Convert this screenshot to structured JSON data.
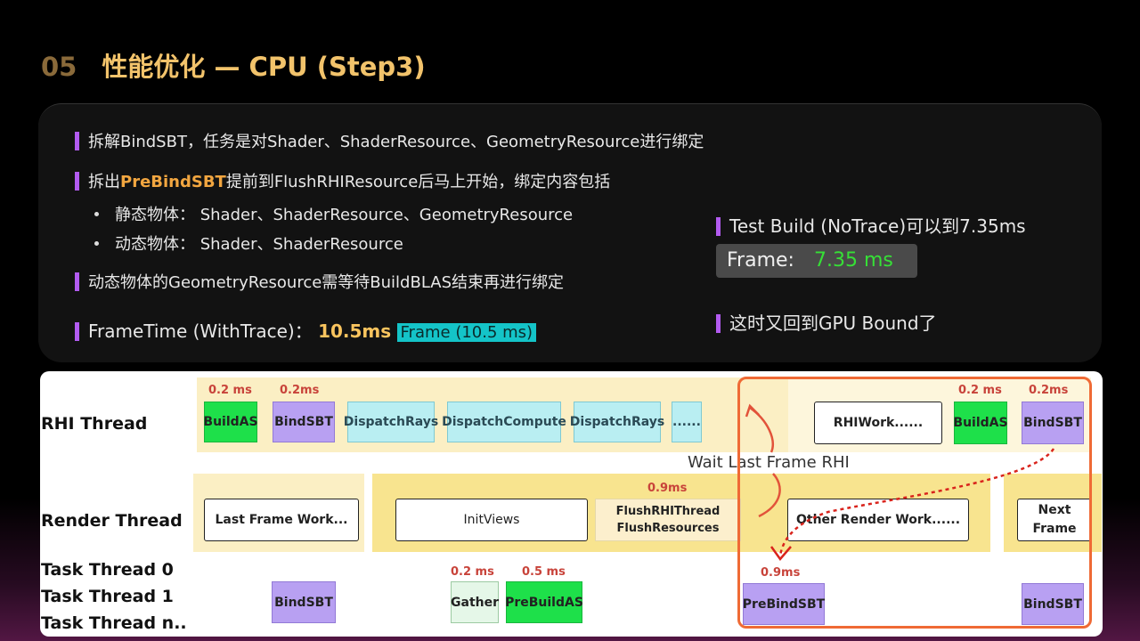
{
  "title": {
    "number": "05",
    "text": "性能优化 — CPU (Step3)"
  },
  "bullets": {
    "b1": "拆解BindSBT，任务是对Shader、ShaderResource、GeometryResource进行绑定",
    "b2_prefix": "拆出",
    "b2_highlight": "PreBindSBT",
    "b2_suffix": "提前到FlushRHIResource后马上开始，绑定内容包括",
    "sub1": "静态物体：  Shader、ShaderResource、GeometryResource",
    "sub2": "动态物体：  Shader、ShaderResource",
    "b3": "动态物体的GeometryResource需等待BuildBLAS结束再进行绑定",
    "b4_prefix": "FrameTime (WithTrace)：",
    "b4_value": "10.5ms",
    "b4_tag": "Frame (10.5 ms)",
    "r1": "Test Build (NoTrace)可以到7.35ms",
    "frame_label": "Frame:",
    "frame_value": "7.35 ms",
    "r2": "这时又回到GPU Bound了"
  },
  "diagram": {
    "rows": {
      "rhi": "RHI Thread",
      "render": "Render Thread",
      "task0": "Task Thread 0",
      "task1": "Task Thread 1",
      "taskn": "Task Thread n.."
    },
    "rhi": {
      "buildas": "BuildAS",
      "buildas_time": "0.2 ms",
      "bindsbt": "BindSBT",
      "bindsbt_time": "0.2ms",
      "dispatchrays1": "DispatchRays",
      "dispatchcompute": "DispatchCompute",
      "dispatchrays2": "DispatchRays",
      "more": "......",
      "rhiwork": "RHIWork......",
      "buildas2": "BuildAS",
      "buildas2_time": "0.2 ms",
      "bindsbt2": "BindSBT",
      "bindsbt2_time": "0.2ms"
    },
    "wait_label": "Wait Last Frame RHI",
    "render": {
      "lastframe": "Last Frame Work...",
      "initviews": "InitViews",
      "flush_time": "0.9ms",
      "flush_line1": "FlushRHIThread",
      "flush_line2": "FlushResources",
      "other": "Other Render Work......",
      "next_line1": "Next",
      "next_line2": "Frame"
    },
    "task": {
      "bindsbt": "BindSBT",
      "gather": "Gather",
      "gather_time": "0.2 ms",
      "prebuildas": "PreBuildAS",
      "prebuildas_time": "0.5 ms",
      "prebindsbt": "PreBindSBT",
      "prebindsbt_time": "0.9ms",
      "bindsbt2": "BindSBT"
    }
  }
}
